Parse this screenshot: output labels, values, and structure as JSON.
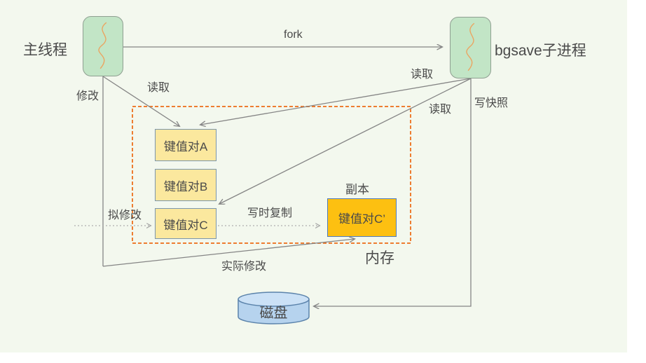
{
  "nodes": {
    "main_thread": {
      "label": "主线程"
    },
    "bgsave_process": {
      "label": "bgsave子进程"
    },
    "kv_a": {
      "label": "键值对A"
    },
    "kv_b": {
      "label": "键值对B"
    },
    "kv_c": {
      "label": "键值对C"
    },
    "kv_c_copy": {
      "label": "键值对C’"
    },
    "replica_caption": {
      "label": "副本"
    },
    "memory_region": {
      "label": "内存"
    },
    "disk": {
      "label": "磁盘"
    }
  },
  "edge_labels": {
    "fork": "fork",
    "modify": "修改",
    "read": "读取",
    "write_snapshot": "写快照",
    "copy_on_write": "写时复制",
    "intend_modify": "拟修改",
    "actual_modify": "实际修改"
  },
  "edges": [
    {
      "from": "main_thread",
      "to": "bgsave_process",
      "label": "fork",
      "style": "solid"
    },
    {
      "from": "main_thread",
      "to": "kv_a",
      "label": "读取",
      "style": "solid"
    },
    {
      "from": "main_thread",
      "to": "kv_c_copy",
      "labels": [
        "修改",
        "实际修改"
      ],
      "style": "solid"
    },
    {
      "from": "main_thread",
      "to": "kv_c",
      "label": "拟修改",
      "style": "dotted"
    },
    {
      "from": "bgsave_process",
      "to": "kv_a",
      "label": "读取",
      "style": "solid"
    },
    {
      "from": "bgsave_process",
      "to": "kv_c",
      "label": "读取",
      "style": "solid"
    },
    {
      "from": "bgsave_process",
      "to": "disk",
      "label": "写快照",
      "style": "solid"
    },
    {
      "from": "kv_c",
      "to": "kv_c_copy",
      "label": "写时复制",
      "style": "dotted"
    }
  ],
  "colors": {
    "background": "#f3f8ee",
    "process_fill": "#c2e5c6",
    "process_border": "#8f9f91",
    "kv_fill": "#fbe89e",
    "kv_border": "#7b96ad",
    "copy_fill": "#fdc011",
    "copy_border": "#4f7dc0",
    "memory_dash": "#ed7d31",
    "disk_fill": "#b6d3ee",
    "disk_top": "#cbe1f6",
    "disk_border": "#5b83ab",
    "line": "#858585",
    "line_dotted": "#aeaeae",
    "text": "#4a4a4a",
    "thread_squiggle": "#eca35f"
  }
}
